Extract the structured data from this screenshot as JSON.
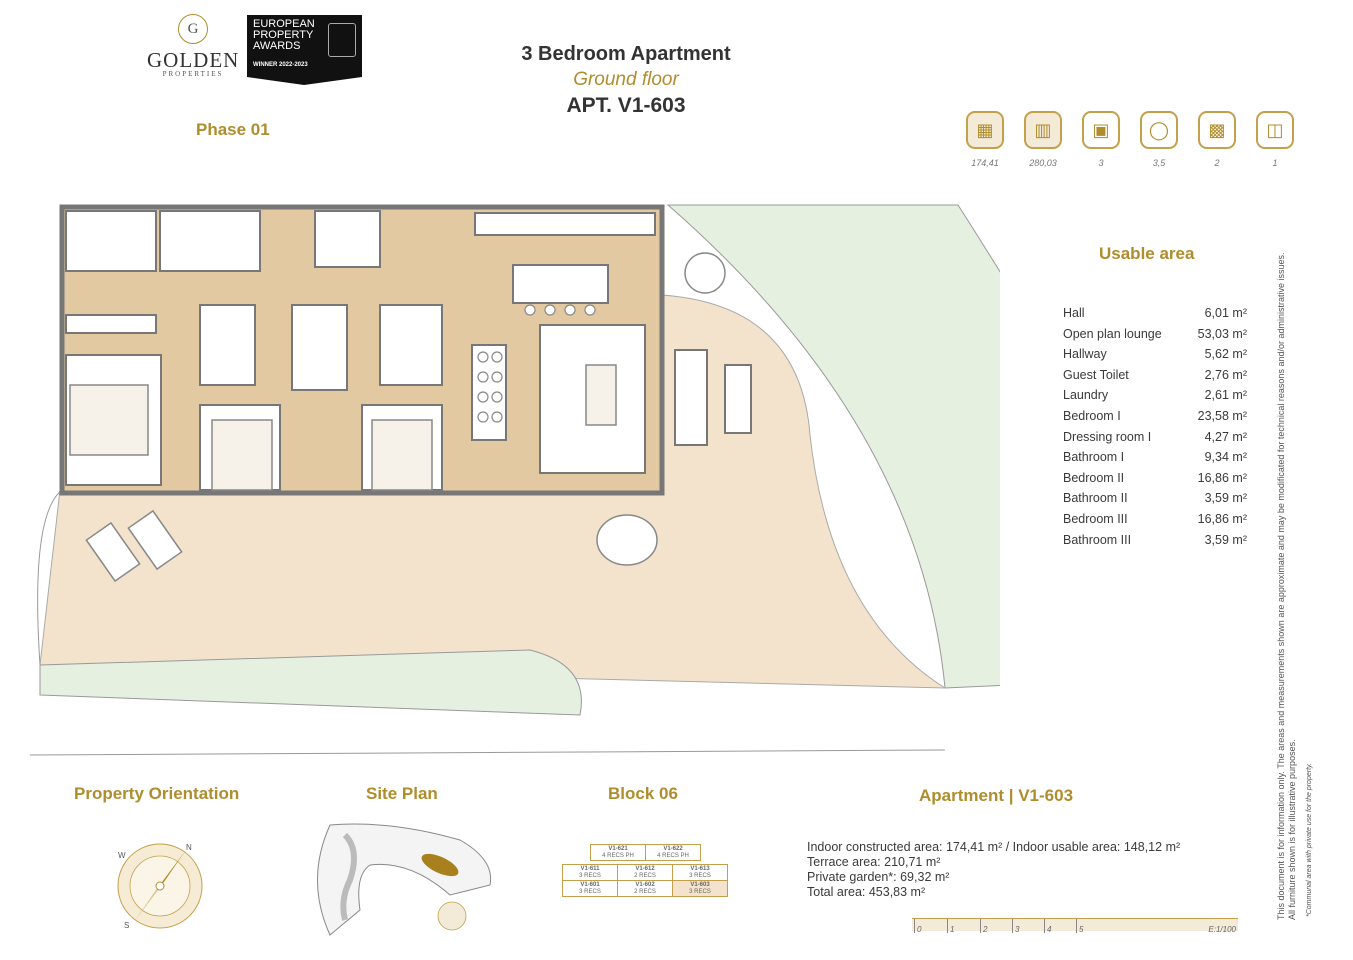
{
  "brand": {
    "initial": "G",
    "name": "GOLDEN",
    "sub": "PROPERTIES"
  },
  "award": {
    "l1": "EUROPEAN",
    "l2": "PROPERTY",
    "l3": "AWARDS",
    "winner": "WINNER 2022-2023"
  },
  "header": {
    "title": "3 Bedroom Apartment",
    "floor": "Ground floor",
    "apt": "APT. V1-603",
    "phase": "Phase 01"
  },
  "features": [
    {
      "icon": "floorplan-icon",
      "value": "174,41"
    },
    {
      "icon": "plot-icon",
      "value": "280,03"
    },
    {
      "icon": "bed-icon",
      "value": "3"
    },
    {
      "icon": "bath-icon",
      "value": "3,5"
    },
    {
      "icon": "car-icon",
      "value": "2"
    },
    {
      "icon": "storage-icon",
      "value": "1"
    }
  ],
  "usable": {
    "title": "Usable area",
    "rooms": [
      {
        "name": "Hall",
        "area": "6,01 m²"
      },
      {
        "name": "Open plan lounge",
        "area": "53,03 m²"
      },
      {
        "name": "Hallway",
        "area": "5,62 m²"
      },
      {
        "name": "Guest Toilet",
        "area": "2,76 m²"
      },
      {
        "name": "Laundry",
        "area": "2,61 m²"
      },
      {
        "name": "Bedroom I",
        "area": "23,58 m²"
      },
      {
        "name": "Dressing room I",
        "area": "4,27 m²"
      },
      {
        "name": "Bathroom I",
        "area": "9,34 m²"
      },
      {
        "name": "Bedroom II",
        "area": "16,86 m²"
      },
      {
        "name": "Bathroom II",
        "area": "3,59 m²"
      },
      {
        "name": "Bedroom III",
        "area": "16,86 m²"
      },
      {
        "name": "Bathroom III",
        "area": "3,59 m²"
      }
    ]
  },
  "sections": {
    "orientation": "Property Orientation",
    "site": "Site Plan",
    "block": "Block 06",
    "apartment": "Apartment | V1-603"
  },
  "block": {
    "top": [
      {
        "id": "V1-621",
        "sub": "4 RECS PH"
      },
      {
        "id": "V1-622",
        "sub": "4 RECS PH"
      }
    ],
    "mid": [
      {
        "id": "V1-611",
        "sub": "3 RECS"
      },
      {
        "id": "V1-612",
        "sub": "2 RECS"
      },
      {
        "id": "V1-613",
        "sub": "3 RECS"
      }
    ],
    "bot": [
      {
        "id": "V1-601",
        "sub": "3 RECS"
      },
      {
        "id": "V1-602",
        "sub": "2 RECS"
      },
      {
        "id": "V1-603",
        "sub": "3 RECS"
      }
    ]
  },
  "compass": {
    "n": "N",
    "w": "W",
    "s": "S"
  },
  "details": {
    "line1": "Indoor constructed area: 174,41  m² / Indoor usable area: 148,12 m²",
    "line2": "Terrace area: 210,71 m²",
    "line3": "Private garden*: 69,32 m²",
    "line4": "Total area: 453,83 m²"
  },
  "scale": {
    "ticks": [
      "0",
      "1",
      "2",
      "3",
      "4",
      "5"
    ],
    "label": "E:1/100"
  },
  "disclaimer": {
    "line1": "This document is for information only. The areas and measurements shown are approximate and may be modificated for technical reasons and/or administrative issues.",
    "line2": "All furniture shown is for illustrative purposes.",
    "line3": "*Communal area with private use for the property."
  },
  "colors": {
    "gold": "#b08d2c",
    "interior": "#e2c9a2",
    "terrace": "#f3e3cc",
    "garden": "#e6f0e1",
    "wall": "#777777"
  }
}
